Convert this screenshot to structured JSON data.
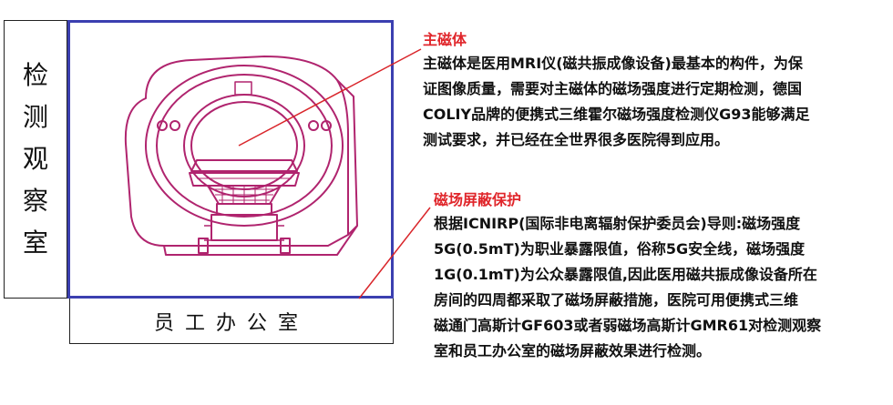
{
  "rooms": {
    "inspection_room": [
      "检",
      "测",
      "观",
      "察",
      "室"
    ],
    "staff_office": "员工办公室"
  },
  "sections": [
    {
      "title": "主磁体",
      "lines": [
        "主磁体是医用MRI仪(磁共振成像设备)最基本的构件，为保",
        "证图像质量，需要对主磁体的磁场强度进行定期检测，德国",
        "COLIY品牌的便携式三维霍尔磁场强度检测仪G93能够满足",
        "测试要求，并已经在全世界很多医院得到应用。"
      ]
    },
    {
      "title": "磁场屏蔽保护",
      "lines": [
        "根据ICNIRP(国际非电离辐射保护委员会)导则:磁场强度",
        "5G(0.5mT)为职业暴露限值，俗称5G安全线，磁场强度",
        "1G(0.1mT)为公众暴露限值,因此医用磁共振成像设备所在",
        "房间的四周都采取了磁场屏蔽措施，医院可用便携式三维",
        "磁通门高斯计GF603或者弱磁场高斯计GMR61对检测观察",
        "室和员工办公室的磁场屏蔽效果进行检测。"
      ]
    }
  ],
  "colors": {
    "title_red": "#e0262b",
    "leader_red": "#d9252a",
    "room_border_blue": "#3b3fb0",
    "mri_outline": "#b0246e"
  },
  "icons": [
    "mri-scanner-icon"
  ]
}
